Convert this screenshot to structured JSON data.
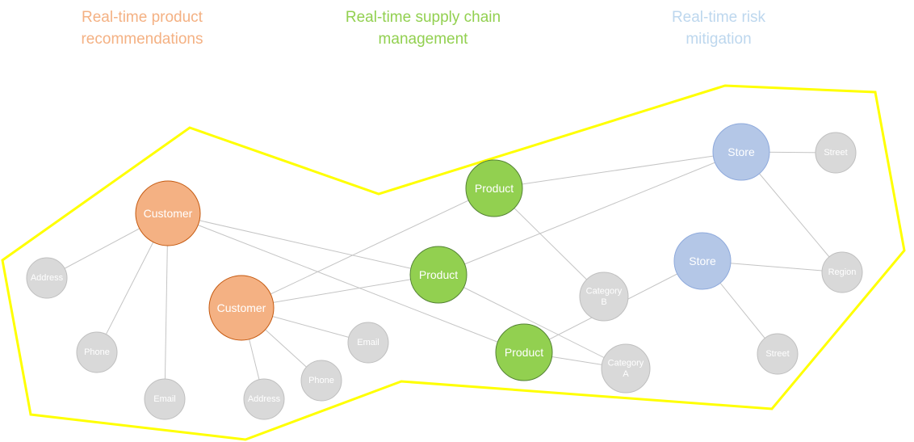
{
  "colors": {
    "customer": "#f4b183",
    "customer_stroke": "#c55a11",
    "product": "#92d050",
    "product_stroke": "#548235",
    "store": "#b4c7e7",
    "store_stroke": "#8faadc",
    "attribute": "#d9d9d9",
    "attribute_stroke": "#bfbfbf",
    "boundary": "#ffff00"
  },
  "headings": {
    "recommendations": {
      "line1": "Real-time product",
      "line2": "recommendations",
      "color": "#f4b183"
    },
    "supply_chain": {
      "line1": "Real-time supply chain",
      "line2": "management",
      "color": "#92d050"
    },
    "risk": {
      "line1": "Real-time risk",
      "line2": "mitigation",
      "color": "#bdd7ee"
    }
  },
  "nodes": {
    "customer1": {
      "line1": "Customer",
      "line2": "",
      "kind": "customer"
    },
    "customer2": {
      "line1": "Customer",
      "line2": "",
      "kind": "customer"
    },
    "address1": {
      "line1": "Address",
      "line2": "",
      "kind": "attribute"
    },
    "phone1": {
      "line1": "Phone",
      "line2": "",
      "kind": "attribute"
    },
    "email1": {
      "line1": "Email",
      "line2": "",
      "kind": "attribute"
    },
    "address2": {
      "line1": "Address",
      "line2": "",
      "kind": "attribute"
    },
    "phone2": {
      "line1": "Phone",
      "line2": "",
      "kind": "attribute"
    },
    "email2": {
      "line1": "Email",
      "line2": "",
      "kind": "attribute"
    },
    "product1": {
      "line1": "Product",
      "line2": "",
      "kind": "product"
    },
    "product2": {
      "line1": "Product",
      "line2": "",
      "kind": "product"
    },
    "product3": {
      "line1": "Product",
      "line2": "",
      "kind": "product"
    },
    "categoryB": {
      "line1": "Category",
      "line2": "B",
      "kind": "attribute"
    },
    "categoryA": {
      "line1": "Category",
      "line2": "A",
      "kind": "attribute"
    },
    "store1": {
      "line1": "Store",
      "line2": "",
      "kind": "store"
    },
    "store2": {
      "line1": "Store",
      "line2": "",
      "kind": "store"
    },
    "street1": {
      "line1": "Street",
      "line2": "",
      "kind": "attribute"
    },
    "region": {
      "line1": "Region",
      "line2": "",
      "kind": "attribute"
    },
    "street2": {
      "line1": "Street",
      "line2": "",
      "kind": "attribute"
    }
  },
  "edges": [
    [
      "customer1",
      "address1"
    ],
    [
      "customer1",
      "phone1"
    ],
    [
      "customer1",
      "email1"
    ],
    [
      "customer1",
      "product2"
    ],
    [
      "customer1",
      "product3"
    ],
    [
      "customer2",
      "product1"
    ],
    [
      "customer2",
      "product2"
    ],
    [
      "customer2",
      "email2"
    ],
    [
      "customer2",
      "phone2"
    ],
    [
      "customer2",
      "address2"
    ],
    [
      "product1",
      "store1"
    ],
    [
      "product1",
      "categoryB"
    ],
    [
      "product2",
      "store1"
    ],
    [
      "product2",
      "categoryA"
    ],
    [
      "product3",
      "categoryA"
    ],
    [
      "product3",
      "store2"
    ],
    [
      "store1",
      "street1"
    ],
    [
      "store1",
      "region"
    ],
    [
      "store2",
      "region"
    ],
    [
      "store2",
      "street2"
    ]
  ]
}
